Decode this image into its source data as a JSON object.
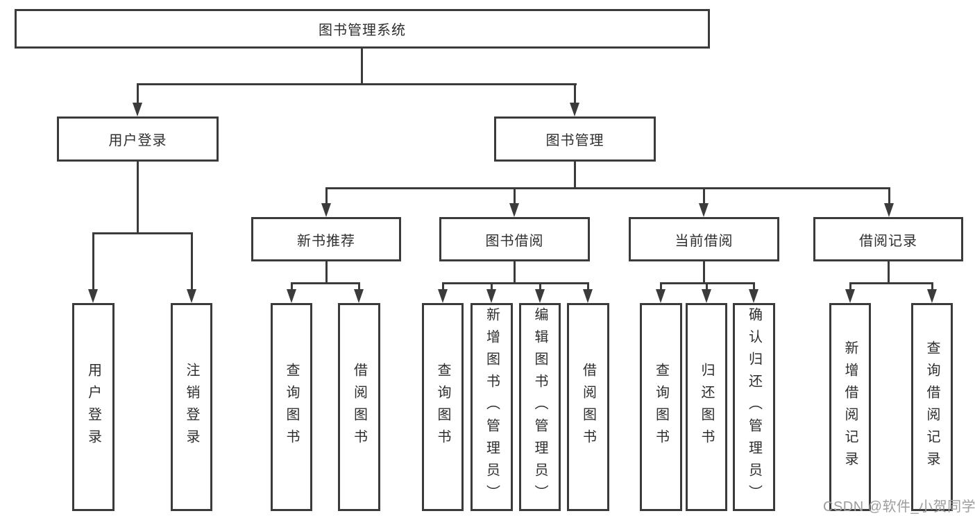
{
  "diagram": {
    "root": {
      "label": "图书管理系统"
    },
    "level2": {
      "user_login": "用户登录",
      "book_management": "图书管理"
    },
    "level3": {
      "new_book_recommend": "新书推荐",
      "book_borrowing": "图书借阅",
      "current_borrowing": "当前借阅",
      "borrowing_records": "借阅记录"
    },
    "leaves": {
      "user_login": [
        "用户登录",
        "注销登录"
      ],
      "new_book_recommend": [
        "查询图书",
        "借阅图书"
      ],
      "book_borrowing": [
        "查询图书",
        "新增图书（管理员）",
        "编辑图书（管理员）",
        "借阅图书"
      ],
      "current_borrowing": [
        "查询图书",
        "归还图书",
        "确认归还（管理员）"
      ],
      "borrowing_records": [
        "新增借阅记录",
        "查询借阅记录"
      ]
    }
  },
  "watermark": {
    "text": "CSDN @软件_小贺同学",
    "color": "#9d9d9d"
  },
  "colors": {
    "line": "#3b3b3b",
    "box_border": "#3b3b3b",
    "text": "#2e2e2e",
    "background": "#ffffff"
  }
}
